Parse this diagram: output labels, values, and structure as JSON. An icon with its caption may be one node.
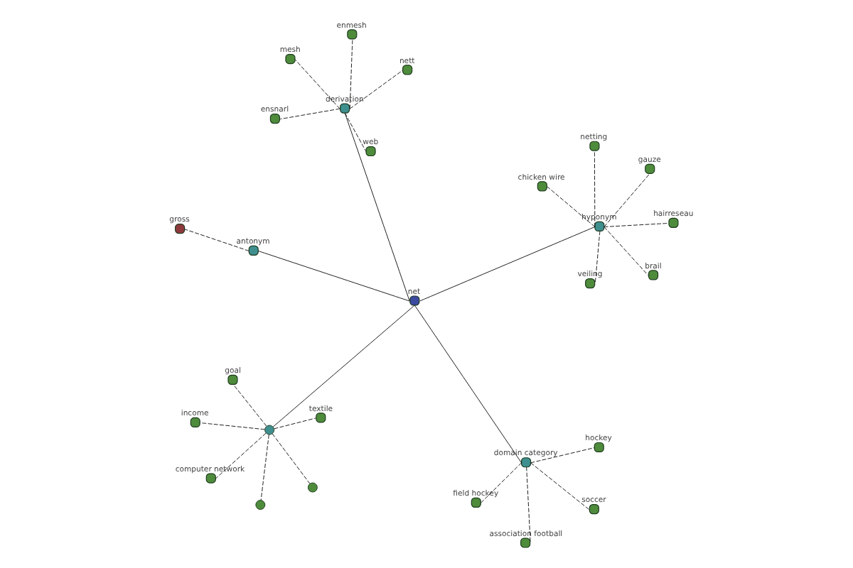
{
  "diagram": {
    "nodes": [
      {
        "text": [],
        "shape": "circle"
      },
      {
        "text": [],
        "shape": "circle"
      },
      {
        "text": [],
        "shape": "circle"
      },
      {
        "text": [
          "goal"
        ]
      },
      {
        "text": [
          "textile"
        ]
      },
      {
        "text": [
          "income"
        ]
      },
      {
        "text": [
          "computer network"
        ]
      },
      {
        "text": [
          "hockey"
        ]
      },
      {
        "text": [
          "association football"
        ]
      },
      {
        "text": [
          "domain category"
        ]
      },
      {
        "text": [
          "soccer"
        ]
      },
      {
        "text": [
          "field hockey"
        ]
      },
      {
        "text": [
          "net"
        ]
      },
      {
        "text": [
          "nett"
        ]
      },
      {
        "text": [
          "enmesh"
        ]
      },
      {
        "text": [
          "derivation"
        ]
      },
      {
        "text": [
          "web"
        ]
      },
      {
        "text": [
          "mesh"
        ]
      },
      {
        "text": [
          "ensnarl"
        ]
      },
      {
        "text": [
          "antonym"
        ]
      },
      {
        "text": [
          "gross"
        ]
      },
      {
        "text": [
          "veiling"
        ]
      },
      {
        "text": [
          "gauze"
        ]
      },
      {
        "text": [
          "hyponym"
        ]
      },
      {
        "text": [
          "netting"
        ]
      },
      {
        "text": [
          "brail"
        ]
      },
      {
        "text": [
          "hairreseau"
        ]
      },
      {
        "text": [
          "chicken wire"
        ]
      }
    ],
    "edges": [
      {
        "from": 12,
        "to": 0,
        "arrow": "none"
      },
      {
        "from": 12,
        "to": 9,
        "arrow": "none"
      },
      {
        "from": 12,
        "to": 15,
        "arrow": "none"
      },
      {
        "from": 12,
        "to": 19,
        "arrow": "none"
      },
      {
        "from": 12,
        "to": 23,
        "arrow": "none"
      },
      {
        "from": 0,
        "to": 1,
        "arrow": "none",
        "style": "dashed"
      },
      {
        "from": 0,
        "to": 2,
        "arrow": "none",
        "style": "dashed"
      },
      {
        "from": 0,
        "to": 3,
        "arrow": "none",
        "style": "dashed"
      },
      {
        "from": 0,
        "to": 4,
        "arrow": "none",
        "style": "dashed"
      },
      {
        "from": 0,
        "to": 5,
        "arrow": "none",
        "style": "dashed"
      },
      {
        "from": 0,
        "to": 6,
        "arrow": "none",
        "style": "dashed"
      },
      {
        "from": 9,
        "to": 7,
        "arrow": "none",
        "style": "dashed"
      },
      {
        "from": 9,
        "to": 8,
        "arrow": "none",
        "style": "dashed"
      },
      {
        "from": 9,
        "to": 10,
        "arrow": "none",
        "style": "dashed"
      },
      {
        "from": 9,
        "to": 11,
        "arrow": "none",
        "style": "dashed"
      },
      {
        "from": 15,
        "to": 13,
        "arrow": "none",
        "style": "dashed"
      },
      {
        "from": 15,
        "to": 14,
        "arrow": "none",
        "style": "dashed"
      },
      {
        "from": 15,
        "to": 16,
        "arrow": "none",
        "style": "dashed"
      },
      {
        "from": 15,
        "to": 17,
        "arrow": "none",
        "style": "dashed"
      },
      {
        "from": 15,
        "to": 18,
        "arrow": "none",
        "style": "dashed"
      },
      {
        "from": 19,
        "to": 20,
        "arrow": "none",
        "style": "dashed"
      },
      {
        "from": 23,
        "to": 21,
        "arrow": "none",
        "style": "dashed"
      },
      {
        "from": 23,
        "to": 22,
        "arrow": "none",
        "style": "dashed"
      },
      {
        "from": 23,
        "to": 24,
        "arrow": "none",
        "style": "dashed"
      },
      {
        "from": 23,
        "to": 26,
        "arrow": "none",
        "style": "dashed"
      },
      {
        "from": 23,
        "to": 27,
        "arrow": "none",
        "style": "dashed"
      },
      {
        "from": 23,
        "to": 25,
        "arrow": "none",
        "style": "dashed"
      }
    ]
  }
}
